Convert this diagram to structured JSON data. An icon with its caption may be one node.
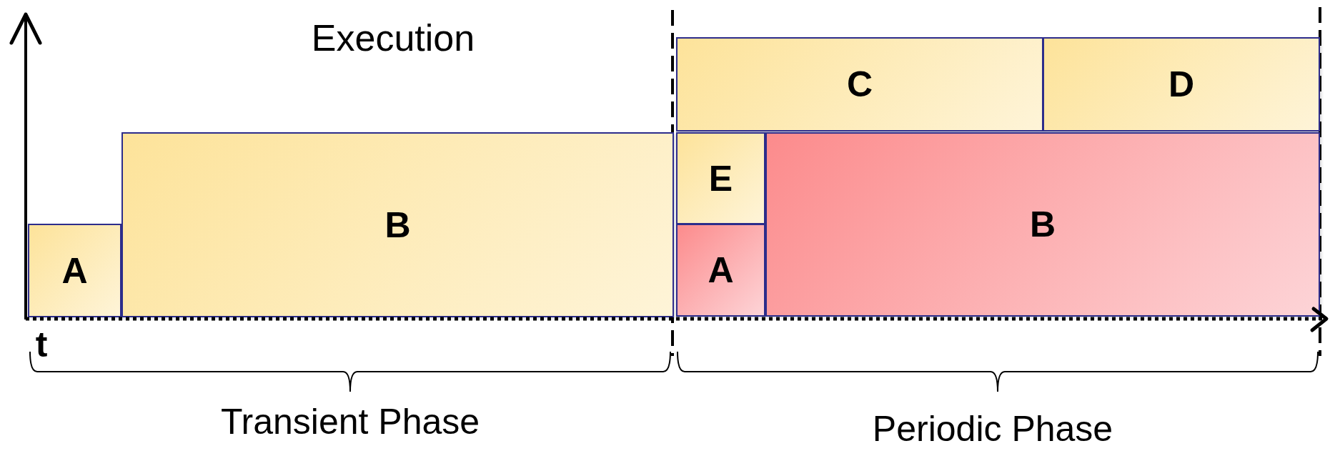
{
  "diagram": {
    "nodes": [
      {
        "text": [
          "A"
        ]
      },
      {
        "text": [
          "B"
        ]
      },
      {
        "text": [
          "C"
        ]
      },
      {
        "text": [
          "D"
        ]
      },
      {
        "text": [
          "E"
        ]
      },
      {
        "text": [
          "A"
        ]
      },
      {
        "text": [
          "B"
        ]
      }
    ],
    "labels": [
      "Execution",
      "t",
      "Transient Phase",
      "Periodic Phase"
    ]
  }
}
